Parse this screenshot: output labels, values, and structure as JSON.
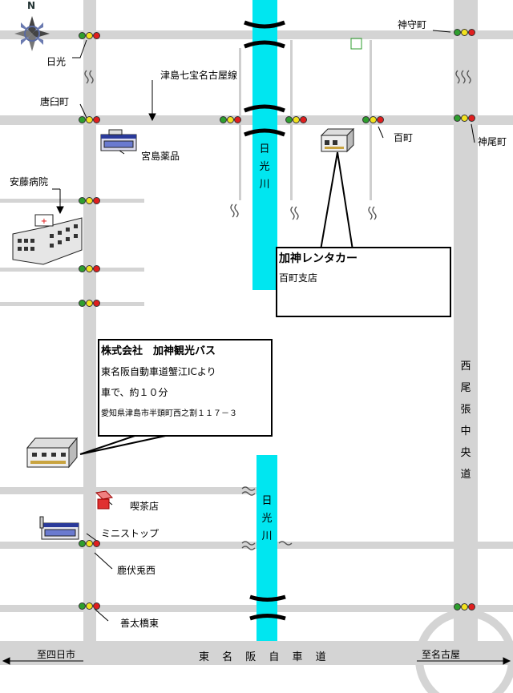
{
  "compass": {
    "north_letter": "N"
  },
  "places": {
    "nikko": "日光",
    "jinmorimachi": "神守町",
    "karausumachi": "唐臼町",
    "tsushima_line": "津島七宝名古屋線",
    "jinbichoumachi": "神尾町",
    "miyajima_yakuhin": "宮島薬品",
    "hyakumachi": "百町",
    "ando_byoin": "安藤病院",
    "kissaten": "喫茶店",
    "ministop": "ミニストップ",
    "rokubusumenishi": "鹿伏兎西",
    "zentabashi_higashi": "善太橋東"
  },
  "rivers": {
    "upper": "日光川",
    "lower": "日光川"
  },
  "roads": {
    "nishi_owari": "西尾張中央道",
    "tomei": "東 名 阪 自 車 道",
    "to_yokkaichi": "至四日市",
    "to_nagoya": "至名古屋"
  },
  "rental_box": {
    "title": "加神レンタカー",
    "branch": "百町支店"
  },
  "bus_box": {
    "title": "株式会社　加神観光バス",
    "line1": "東名阪自動車道蟹江ICより",
    "line2": "車で、約１０分",
    "address": "愛知県津島市半頭町西之割１１７－３"
  },
  "colors": {
    "river": "#00e6f0",
    "road": "#d4d4d4",
    "signal_green": "#2e9e2e",
    "signal_yellow": "#f2e21e",
    "signal_red": "#e01e1e"
  },
  "icons": [
    "compass-rose-icon",
    "traffic-light-icon",
    "building-icon",
    "hospital-icon",
    "cafe-icon",
    "store-icon",
    "pharmacy-icon",
    "river-wave-icon"
  ]
}
